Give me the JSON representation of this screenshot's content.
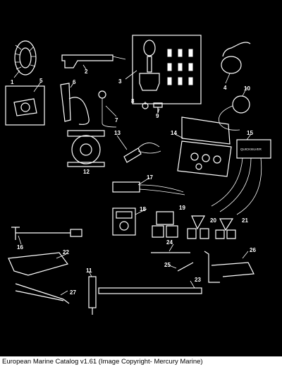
{
  "caption": "European Marine Catalog v1.61 (Image Copyright- Mercury Marine)",
  "device_label": "QUICKSILVER",
  "callouts": [
    {
      "n": "1"
    },
    {
      "n": "2"
    },
    {
      "n": "3"
    },
    {
      "n": "4"
    },
    {
      "n": "5"
    },
    {
      "n": "6"
    },
    {
      "n": "7"
    },
    {
      "n": "8"
    },
    {
      "n": "9"
    },
    {
      "n": "10"
    },
    {
      "n": "11"
    },
    {
      "n": "12"
    },
    {
      "n": "13"
    },
    {
      "n": "14"
    },
    {
      "n": "15"
    },
    {
      "n": "16"
    },
    {
      "n": "17"
    },
    {
      "n": "18"
    },
    {
      "n": "19"
    },
    {
      "n": "20"
    },
    {
      "n": "21"
    },
    {
      "n": "22"
    },
    {
      "n": "23"
    },
    {
      "n": "24"
    },
    {
      "n": "25"
    },
    {
      "n": "26"
    },
    {
      "n": "27"
    }
  ],
  "colors": {
    "background": "#000000",
    "lineart": "#ffffff",
    "caption_bg": "#ffffff",
    "caption_text": "#000000"
  }
}
